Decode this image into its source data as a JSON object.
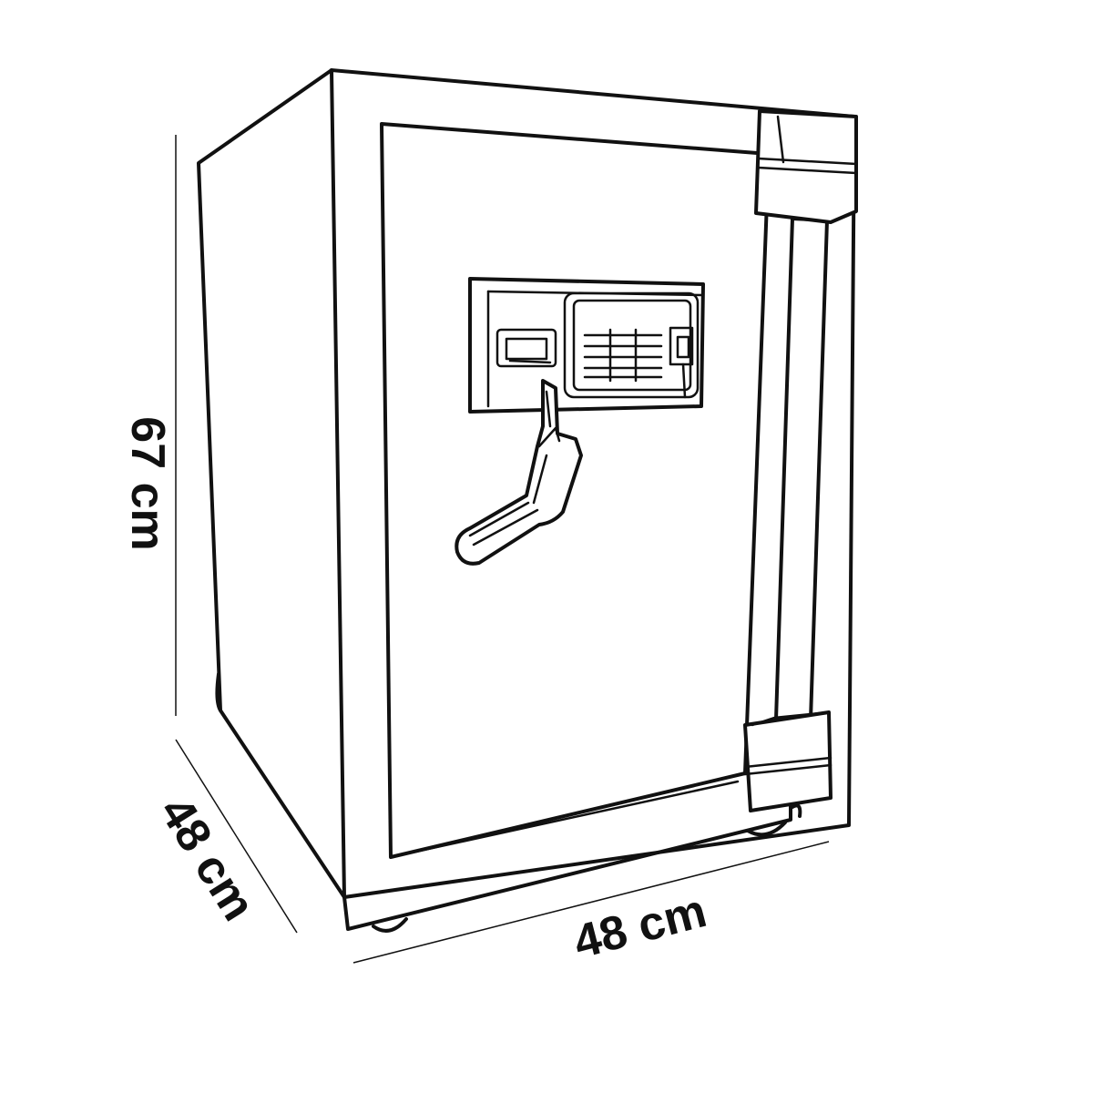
{
  "dimensions": {
    "height": "67 cm",
    "depth": "48 cm",
    "width": "48 cm"
  },
  "colors": {
    "line": "#111111",
    "background": "#ffffff"
  },
  "icons": {
    "subject": "safe-icon",
    "keypad": "keypad-icon",
    "handle": "handle-icon",
    "hinge": "hinge-icon"
  }
}
